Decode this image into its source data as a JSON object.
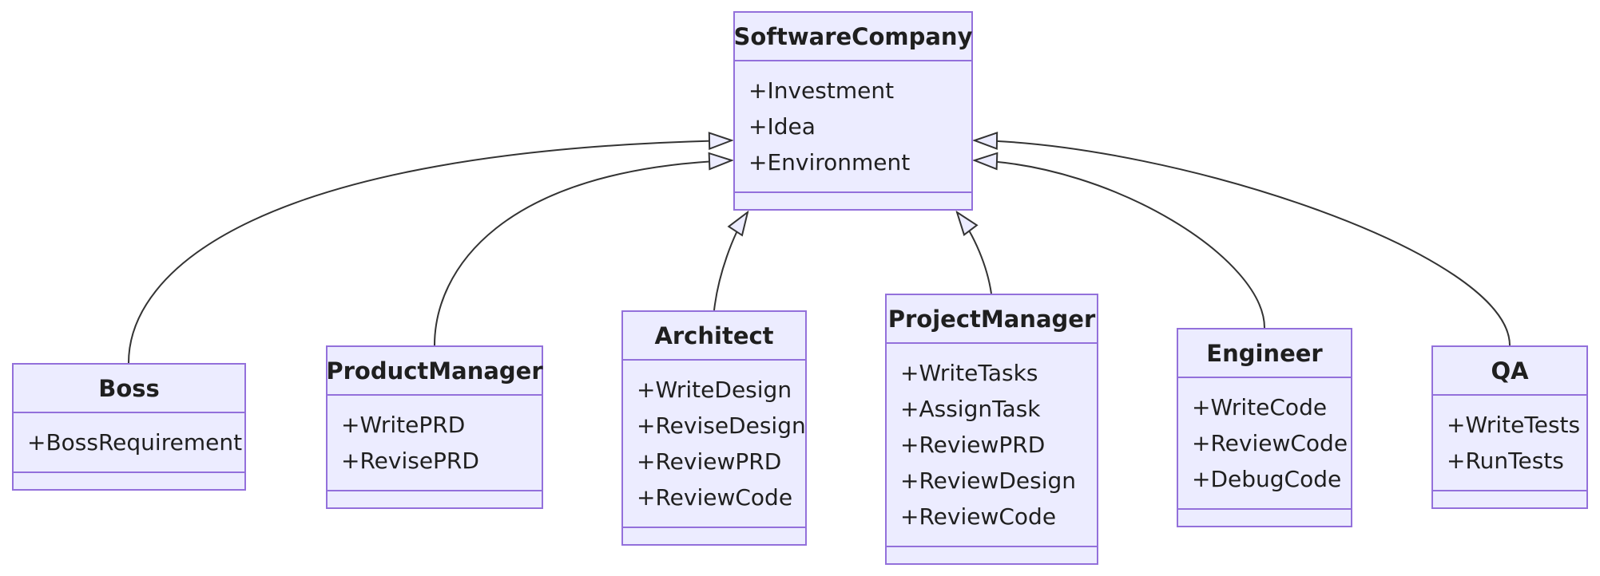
{
  "diagram": {
    "type": "class_diagram",
    "classes": [
      {
        "name": "SoftwareCompany",
        "members": [
          "+Investment",
          "+Idea",
          "+Environment"
        ]
      },
      {
        "name": "Boss",
        "members": [
          "+BossRequirement"
        ]
      },
      {
        "name": "ProductManager",
        "members": [
          "+WritePRD",
          "+RevisePRD"
        ]
      },
      {
        "name": "Architect",
        "members": [
          "+WriteDesign",
          "+ReviseDesign",
          "+ReviewPRD",
          "+ReviewCode"
        ]
      },
      {
        "name": "ProjectManager",
        "members": [
          "+WriteTasks",
          "+AssignTask",
          "+ReviewPRD",
          "+ReviewDesign",
          "+ReviewCode"
        ]
      },
      {
        "name": "Engineer",
        "members": [
          "+WriteCode",
          "+ReviewCode",
          "+DebugCode"
        ]
      },
      {
        "name": "QA",
        "members": [
          "+WriteTests",
          "+RunTests"
        ]
      }
    ],
    "relations": [
      {
        "from": "Boss",
        "to": "SoftwareCompany",
        "type": "inheritance"
      },
      {
        "from": "ProductManager",
        "to": "SoftwareCompany",
        "type": "inheritance"
      },
      {
        "from": "Architect",
        "to": "SoftwareCompany",
        "type": "inheritance"
      },
      {
        "from": "ProjectManager",
        "to": "SoftwareCompany",
        "type": "inheritance"
      },
      {
        "from": "Engineer",
        "to": "SoftwareCompany",
        "type": "inheritance"
      },
      {
        "from": "QA",
        "to": "SoftwareCompany",
        "type": "inheritance"
      }
    ],
    "colors": {
      "node_fill": "#ECECFF",
      "node_border": "#9370DB",
      "edge_line": "#333333",
      "arrowhead_fill": "#ECECFF",
      "text": "#1f1f1f",
      "background": "#ffffff"
    }
  }
}
